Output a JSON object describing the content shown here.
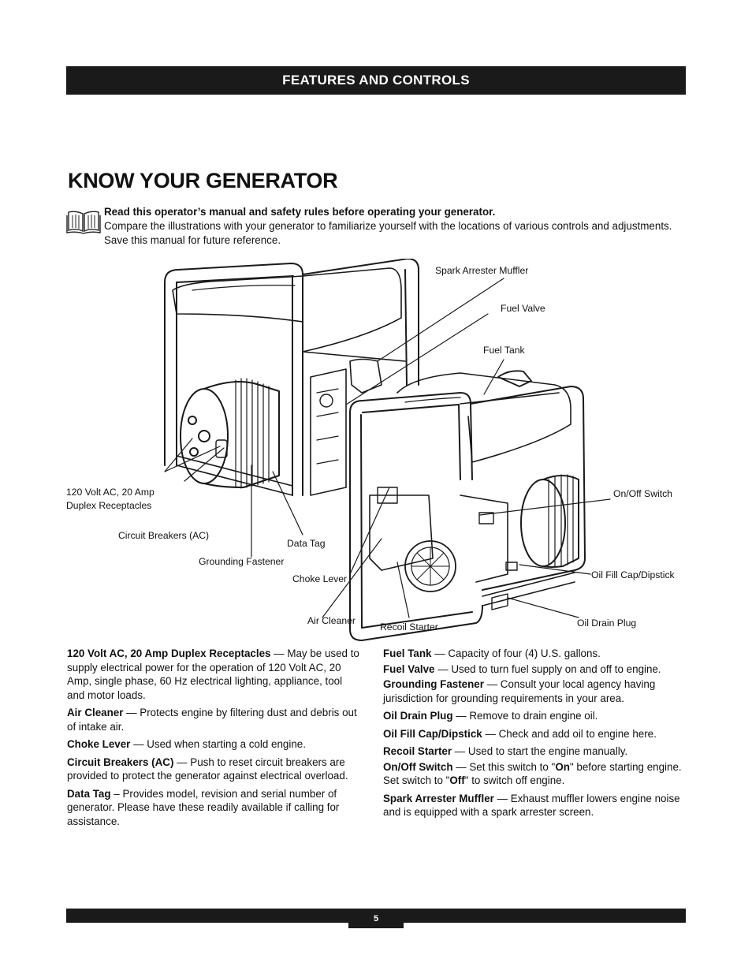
{
  "header": {
    "section_title": "FEATURES AND CONTROLS"
  },
  "page": {
    "title": "KNOW YOUR GENERATOR",
    "number": "5"
  },
  "intro": {
    "bold": "Read this operator’s manual and safety rules before operating your generator.",
    "text": "Compare the illustrations with your generator to familiarize yourself with the locations of various controls and adjustments. Save this manual for future reference."
  },
  "callouts": {
    "spark_arrester_muffler": "Spark Arrester Muffler",
    "fuel_valve": "Fuel Valve",
    "fuel_tank": "Fuel Tank",
    "receptacles_line1": "120 Volt AC, 20 Amp",
    "receptacles_line2": "Duplex Receptacles",
    "circuit_breakers": "Circuit Breakers (AC)",
    "data_tag": "Data Tag",
    "grounding_fastener": "Grounding Fastener",
    "choke_lever": "Choke Lever",
    "air_cleaner": "Air Cleaner",
    "recoil_starter": "Recoil Starter",
    "on_off_switch": "On/Off Switch",
    "oil_fill_cap": "Oil Fill Cap/Dipstick",
    "oil_drain_plug": "Oil Drain Plug"
  },
  "definitions": {
    "left": [
      {
        "term": "120 Volt AC, 20 Amp Duplex Receptacles",
        "desc": " — May be used to supply electrical power for the operation of 120 Volt AC, 20 Amp, single phase, 60 Hz electrical lighting, appliance, tool and motor loads."
      },
      {
        "term": "Air Cleaner",
        "desc": " — Protects engine by filtering dust and debris out of intake air."
      },
      {
        "term": "Choke Lever",
        "desc": " — Used when starting a cold engine."
      },
      {
        "term": "Circuit Breakers (AC)",
        "desc": " — Push to reset circuit breakers are provided to protect the generator against electrical overload."
      },
      {
        "term": "Data Tag",
        "desc": " – Provides model, revision and serial number of generator. Please have these readily available if calling for assistance."
      }
    ],
    "right": [
      {
        "term": "Fuel Tank",
        "desc": " — Capacity of four (4) U.S. gallons."
      },
      {
        "term": "Fuel Valve",
        "desc": " — Used to turn fuel supply on and off to engine."
      },
      {
        "term": "Grounding Fastener",
        "desc": " — Consult your local agency having jurisdiction for grounding requirements in your area."
      },
      {
        "term": "Oil Drain Plug",
        "desc": " — Remove to drain engine oil."
      },
      {
        "term": "Oil Fill Cap/Dipstick",
        "desc": " — Check and add oil to engine here."
      },
      {
        "term": "Recoil Starter",
        "desc": " — Used to start the engine manually."
      },
      {
        "term": "On/Off Switch",
        "desc_a": " — Set this switch to \"",
        "on": "On",
        "desc_b": "\" before starting engine. Set switch to \"",
        "off": "Off",
        "desc_c": "\" to switch off engine."
      },
      {
        "term": "Spark Arrester Muffler",
        "desc": " — Exhaust muffler lowers engine noise and is equipped with a spark arrester screen."
      }
    ]
  }
}
